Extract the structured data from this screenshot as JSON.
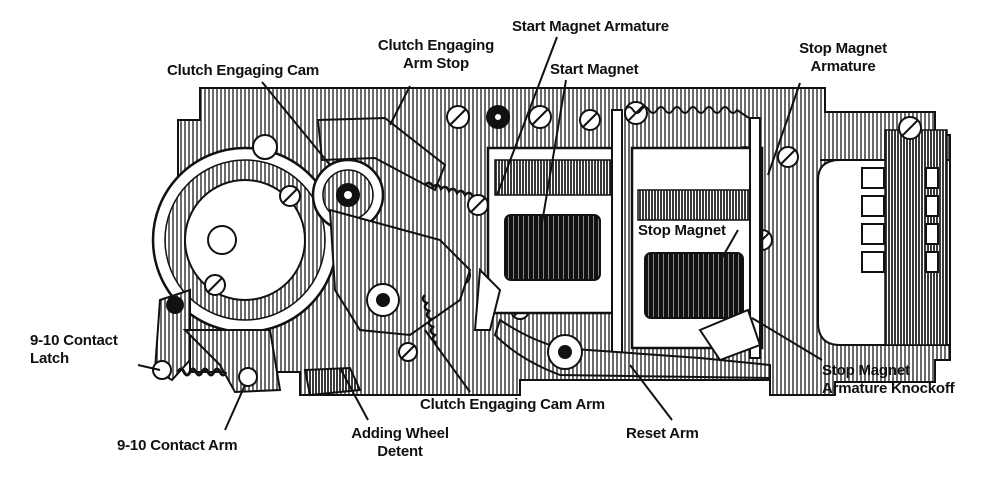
{
  "labels": {
    "start_magnet_armature": "Start Magnet Armature",
    "clutch_engaging_arm_stop_1": "Clutch Engaging",
    "clutch_engaging_arm_stop_2": "Arm Stop",
    "clutch_engaging_cam": "Clutch Engaging Cam",
    "start_magnet": "Start Magnet",
    "stop_magnet_armature_1": "Stop Magnet",
    "stop_magnet_armature_2": "Armature",
    "stop_magnet": "Stop Magnet",
    "contact_latch_1": "9-10 Contact",
    "contact_latch_2": "Latch",
    "stop_magnet_armature_knockoff_1": "Stop Magnet",
    "stop_magnet_armature_knockoff_2": "Armature Knockoff",
    "clutch_engaging_cam_arm": "Clutch Engaging Cam Arm",
    "reset_arm": "Reset Arm",
    "contact_arm": "9-10 Contact Arm",
    "adding_wheel_detent_1": "Adding Wheel",
    "adding_wheel_detent_2": "Detent"
  }
}
